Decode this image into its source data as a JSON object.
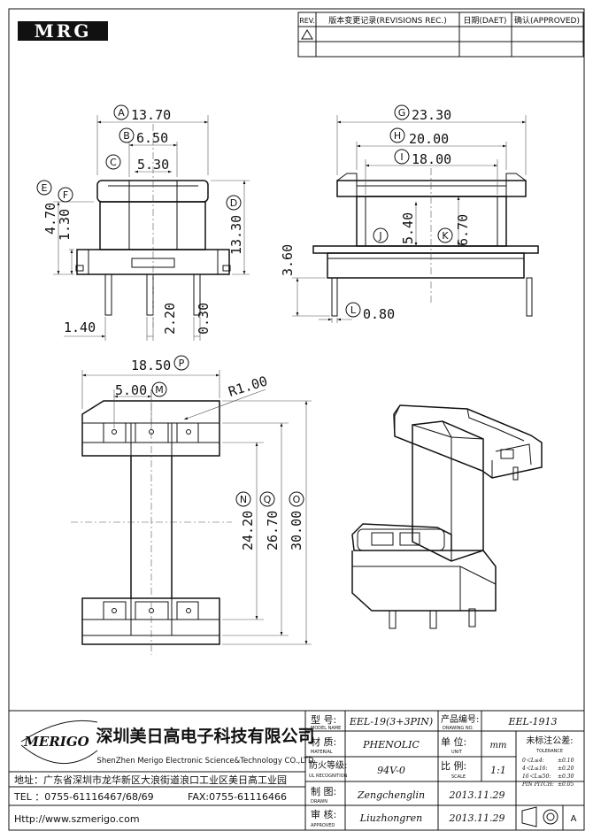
{
  "logo_text": "MRG",
  "revision_table": {
    "headers": [
      "REV.",
      "版本变更记录(REVISIONS REC.)",
      "日期(DAET)",
      "确认(APPROVED)"
    ]
  },
  "front_view": {
    "A": {
      "letter": "A",
      "value": "13.70"
    },
    "B": {
      "letter": "B",
      "value": "6.50"
    },
    "C": {
      "letter": "C",
      "value": "5.30"
    },
    "D": {
      "letter": "D",
      "value": "13.30"
    },
    "E": {
      "letter": "E",
      "value": "4.70"
    },
    "F": {
      "letter": "F",
      "value": "1.30"
    },
    "pitch_left": "1.40",
    "pin_a": "2.20",
    "pin_b": "0.30"
  },
  "side_view": {
    "G": {
      "letter": "G",
      "value": "23.30"
    },
    "H": {
      "letter": "H",
      "value": "20.00"
    },
    "I": {
      "letter": "I",
      "value": "18.00"
    },
    "J": {
      "letter": "J",
      "value": "5.40"
    },
    "K": {
      "letter": "K",
      "value": "6.70"
    },
    "L": {
      "letter": "L",
      "value": "0.80"
    },
    "height": "3.60"
  },
  "top_view": {
    "P": {
      "letter": "P",
      "value": "18.50"
    },
    "M": {
      "letter": "M",
      "value": "5.00"
    },
    "radius": "R1.00",
    "N": {
      "letter": "N",
      "value": "24.20"
    },
    "Q": {
      "letter": "Q",
      "value": "26.70"
    },
    "O": {
      "letter": "O",
      "value": "30.00"
    }
  },
  "title_block": {
    "brand": "MERIGO",
    "company_cn": "深圳美日高电子科技有限公司",
    "company_en": "ShenZhen Merigo Electronic Science&Technology CO.,LTD",
    "address": "地址：广东省深圳市龙华新区大浪街道浪口工业区美日高工业园",
    "tel": "TEL ：0755-61116467/68/69",
    "fax": "FAX:0755-61116466",
    "http": "Http://www.szmerigo.com",
    "model_cn": "型  号:",
    "model_en": "MODEL NAME",
    "model_value": "EEL-19(3+3PIN)",
    "drawing_cn": "产品编号:",
    "drawing_en": "DRAWING NO.",
    "drawing_value": "EEL-1913",
    "material_cn": "材  质:",
    "material_en": "MATERIAL",
    "material_value": "PHENOLIC",
    "unit_cn": "单  位:",
    "unit_en": "UNIT",
    "unit_value": "mm",
    "tolerance_cn": "未标注公差:",
    "tolerance_en": "TOLERANCE",
    "tol_rows": [
      {
        "range": "0＜L≤4:",
        "value": "±0.10"
      },
      {
        "range": "4＜L≤16:",
        "value": "±0.20"
      },
      {
        "range": "16＜L≤50:",
        "value": "±0.30"
      },
      {
        "range": "PIN PITCH:",
        "value": "±0.05"
      }
    ],
    "fire_cn": "防火等级:",
    "fire_en": "UL RECOGNITION",
    "fire_value": "94V-0",
    "scale_cn": "比  例:",
    "scale_en": "SCALE",
    "scale_value": "1:1",
    "drawn_cn": "制  图:",
    "drawn_en": "DRAWN",
    "drawn_value": "Zengchenglin",
    "drawn_date": "2013.11.29",
    "approved_cn": "审  核:",
    "approved_en": "APPROVED",
    "approved_value": "Liuzhongren",
    "approved_date": "2013.11.29",
    "rev_mark": "A"
  }
}
